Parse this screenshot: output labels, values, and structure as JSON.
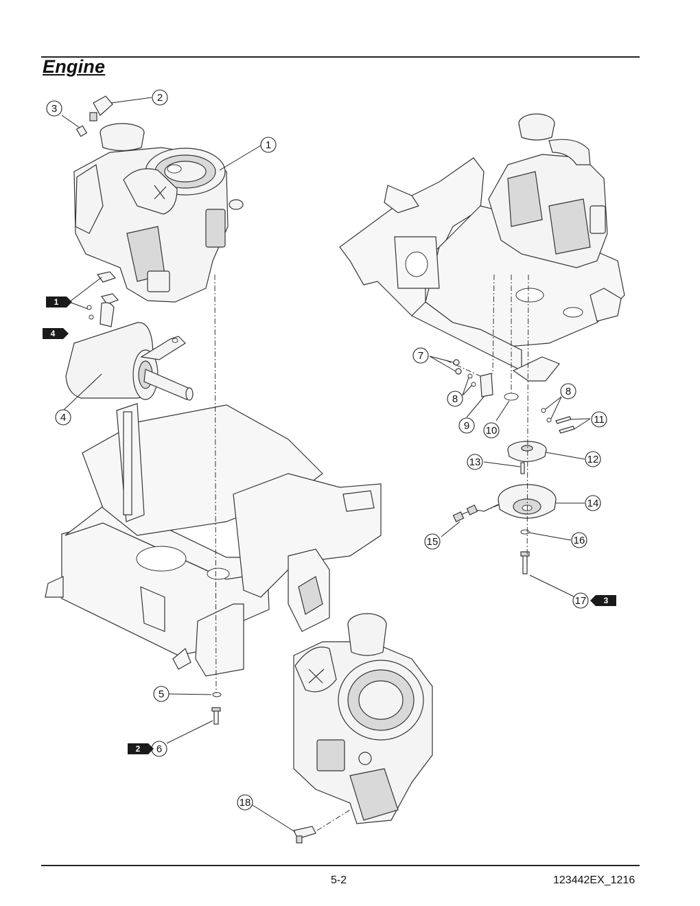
{
  "page": {
    "title": "Engine",
    "page_number": "5-2",
    "doc_code": "123442EX_1216"
  },
  "callouts": [
    "1",
    "2",
    "3",
    "4",
    "5",
    "6",
    "7",
    "8",
    "8",
    "9",
    "10",
    "11",
    "12",
    "13",
    "14",
    "15",
    "16",
    "17",
    "18"
  ],
  "badges": [
    "1",
    "4",
    "2",
    "3"
  ],
  "colors": {
    "line": "#222222",
    "badge_fill": "#1a1a1a",
    "paper": "#ffffff"
  }
}
